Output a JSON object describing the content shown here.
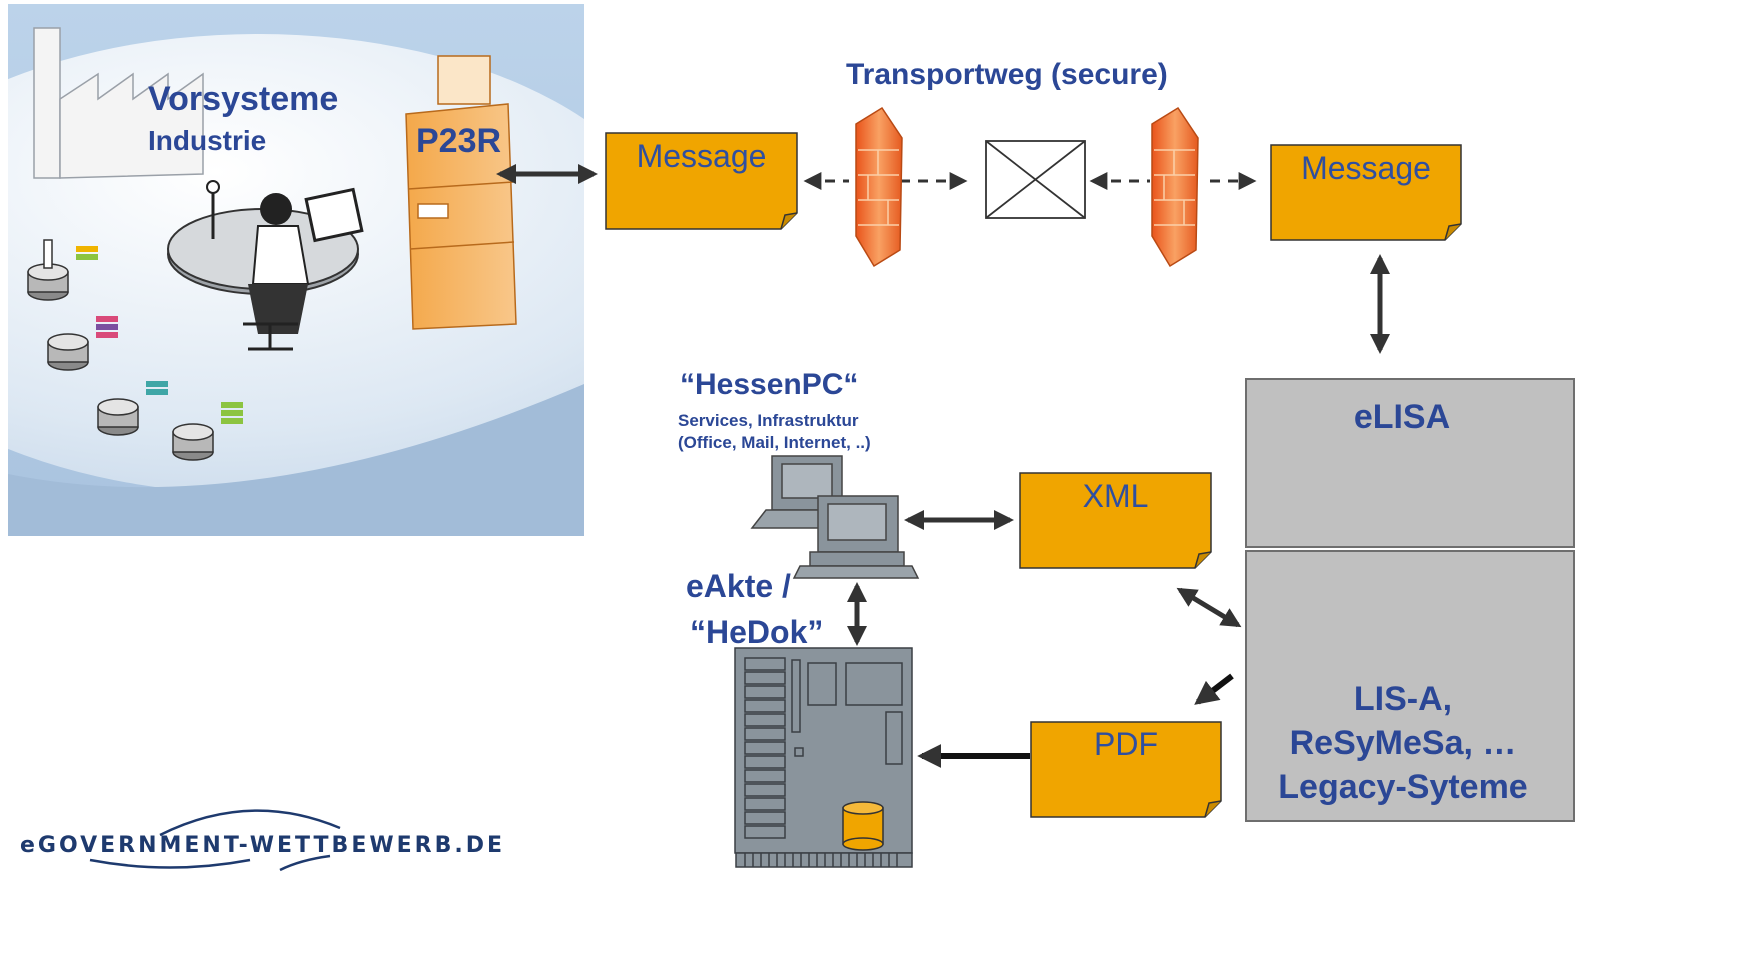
{
  "scene": {
    "vorsysteme_title": "Vorsysteme",
    "vorsysteme_subtitle": "Industrie",
    "p23r_label": "P23R"
  },
  "transport": {
    "title": "Transportweg (secure)",
    "message_left": "Message",
    "message_right": "Message"
  },
  "hessenpc": {
    "title": "“HessenPC“",
    "line1": "Services, Infrastruktur",
    "line2": "(Office, Mail, Internet, ..)"
  },
  "eakte": {
    "line1": "eAkte /",
    "line2": "“HeDok”"
  },
  "documents": {
    "xml": "XML",
    "pdf": "PDF"
  },
  "systems": {
    "elisa": "eLISA",
    "legacy_line1": "LIS-A,",
    "legacy_line2": "ReSyMeSa, …",
    "legacy_line3": "Legacy-Syteme"
  },
  "footer": {
    "logo_text": "eGOVERNMENT-WETTBEWERB.DE"
  },
  "colors": {
    "note_fill": "#f0a500",
    "title_blue": "#2b4796",
    "grey_box": "#c0c0c0",
    "server_grey": "#8a949c",
    "firewall": "#f07a38"
  }
}
